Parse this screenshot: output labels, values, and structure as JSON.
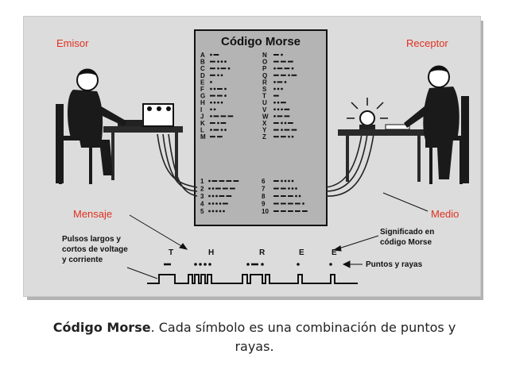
{
  "labels": {
    "emisor": "Emisor",
    "receptor": "Receptor",
    "mensaje": "Mensaje",
    "medio": "Medio"
  },
  "chart_title": "Código Morse",
  "pulses_text": [
    "Pulsos largos y",
    "cortos de voltage",
    "y corriente"
  ],
  "meaning_text": [
    "Significado en",
    "código Morse"
  ],
  "dots_text": "Puntos y rayas",
  "word_letters": [
    "T",
    "H",
    "R",
    "E",
    "E"
  ],
  "morse_left": [
    {
      "k": "A",
      "c": ".-"
    },
    {
      "k": "B",
      "c": "-..."
    },
    {
      "k": "C",
      "c": "-.-."
    },
    {
      "k": "D",
      "c": "-.."
    },
    {
      "k": "E",
      "c": "."
    },
    {
      "k": "F",
      "c": "..-."
    },
    {
      "k": "G",
      "c": "--."
    },
    {
      "k": "H",
      "c": "...."
    },
    {
      "k": "I",
      "c": ".."
    },
    {
      "k": "J",
      "c": ".---"
    },
    {
      "k": "K",
      "c": "-.-"
    },
    {
      "k": "L",
      "c": ".-.."
    },
    {
      "k": "M",
      "c": "--"
    }
  ],
  "morse_right": [
    {
      "k": "N",
      "c": "-."
    },
    {
      "k": "O",
      "c": "---"
    },
    {
      "k": "P",
      "c": ".--."
    },
    {
      "k": "Q",
      "c": "--.-"
    },
    {
      "k": "R",
      "c": ".-."
    },
    {
      "k": "S",
      "c": "..."
    },
    {
      "k": "T",
      "c": "-"
    },
    {
      "k": "U",
      "c": "..-"
    },
    {
      "k": "V",
      "c": "...-"
    },
    {
      "k": "W",
      "c": ".--"
    },
    {
      "k": "X",
      "c": "-..-"
    },
    {
      "k": "Y",
      "c": "-.--"
    },
    {
      "k": "Z",
      "c": "--.."
    }
  ],
  "digits_left": [
    {
      "k": "1",
      "c": ".----"
    },
    {
      "k": "2",
      "c": "..---"
    },
    {
      "k": "3",
      "c": "...--"
    },
    {
      "k": "4",
      "c": "....-"
    },
    {
      "k": "5",
      "c": "....."
    }
  ],
  "digits_right": [
    {
      "k": "6",
      "c": "-...."
    },
    {
      "k": "7",
      "c": "--..."
    },
    {
      "k": "8",
      "c": "---.."
    },
    {
      "k": "9",
      "c": "----."
    },
    {
      "k": "10",
      "c": "-----"
    }
  ],
  "caption": {
    "bold": "Código Morse",
    "rest": ". Cada símbolo es una combinación de puntos y rayas."
  }
}
